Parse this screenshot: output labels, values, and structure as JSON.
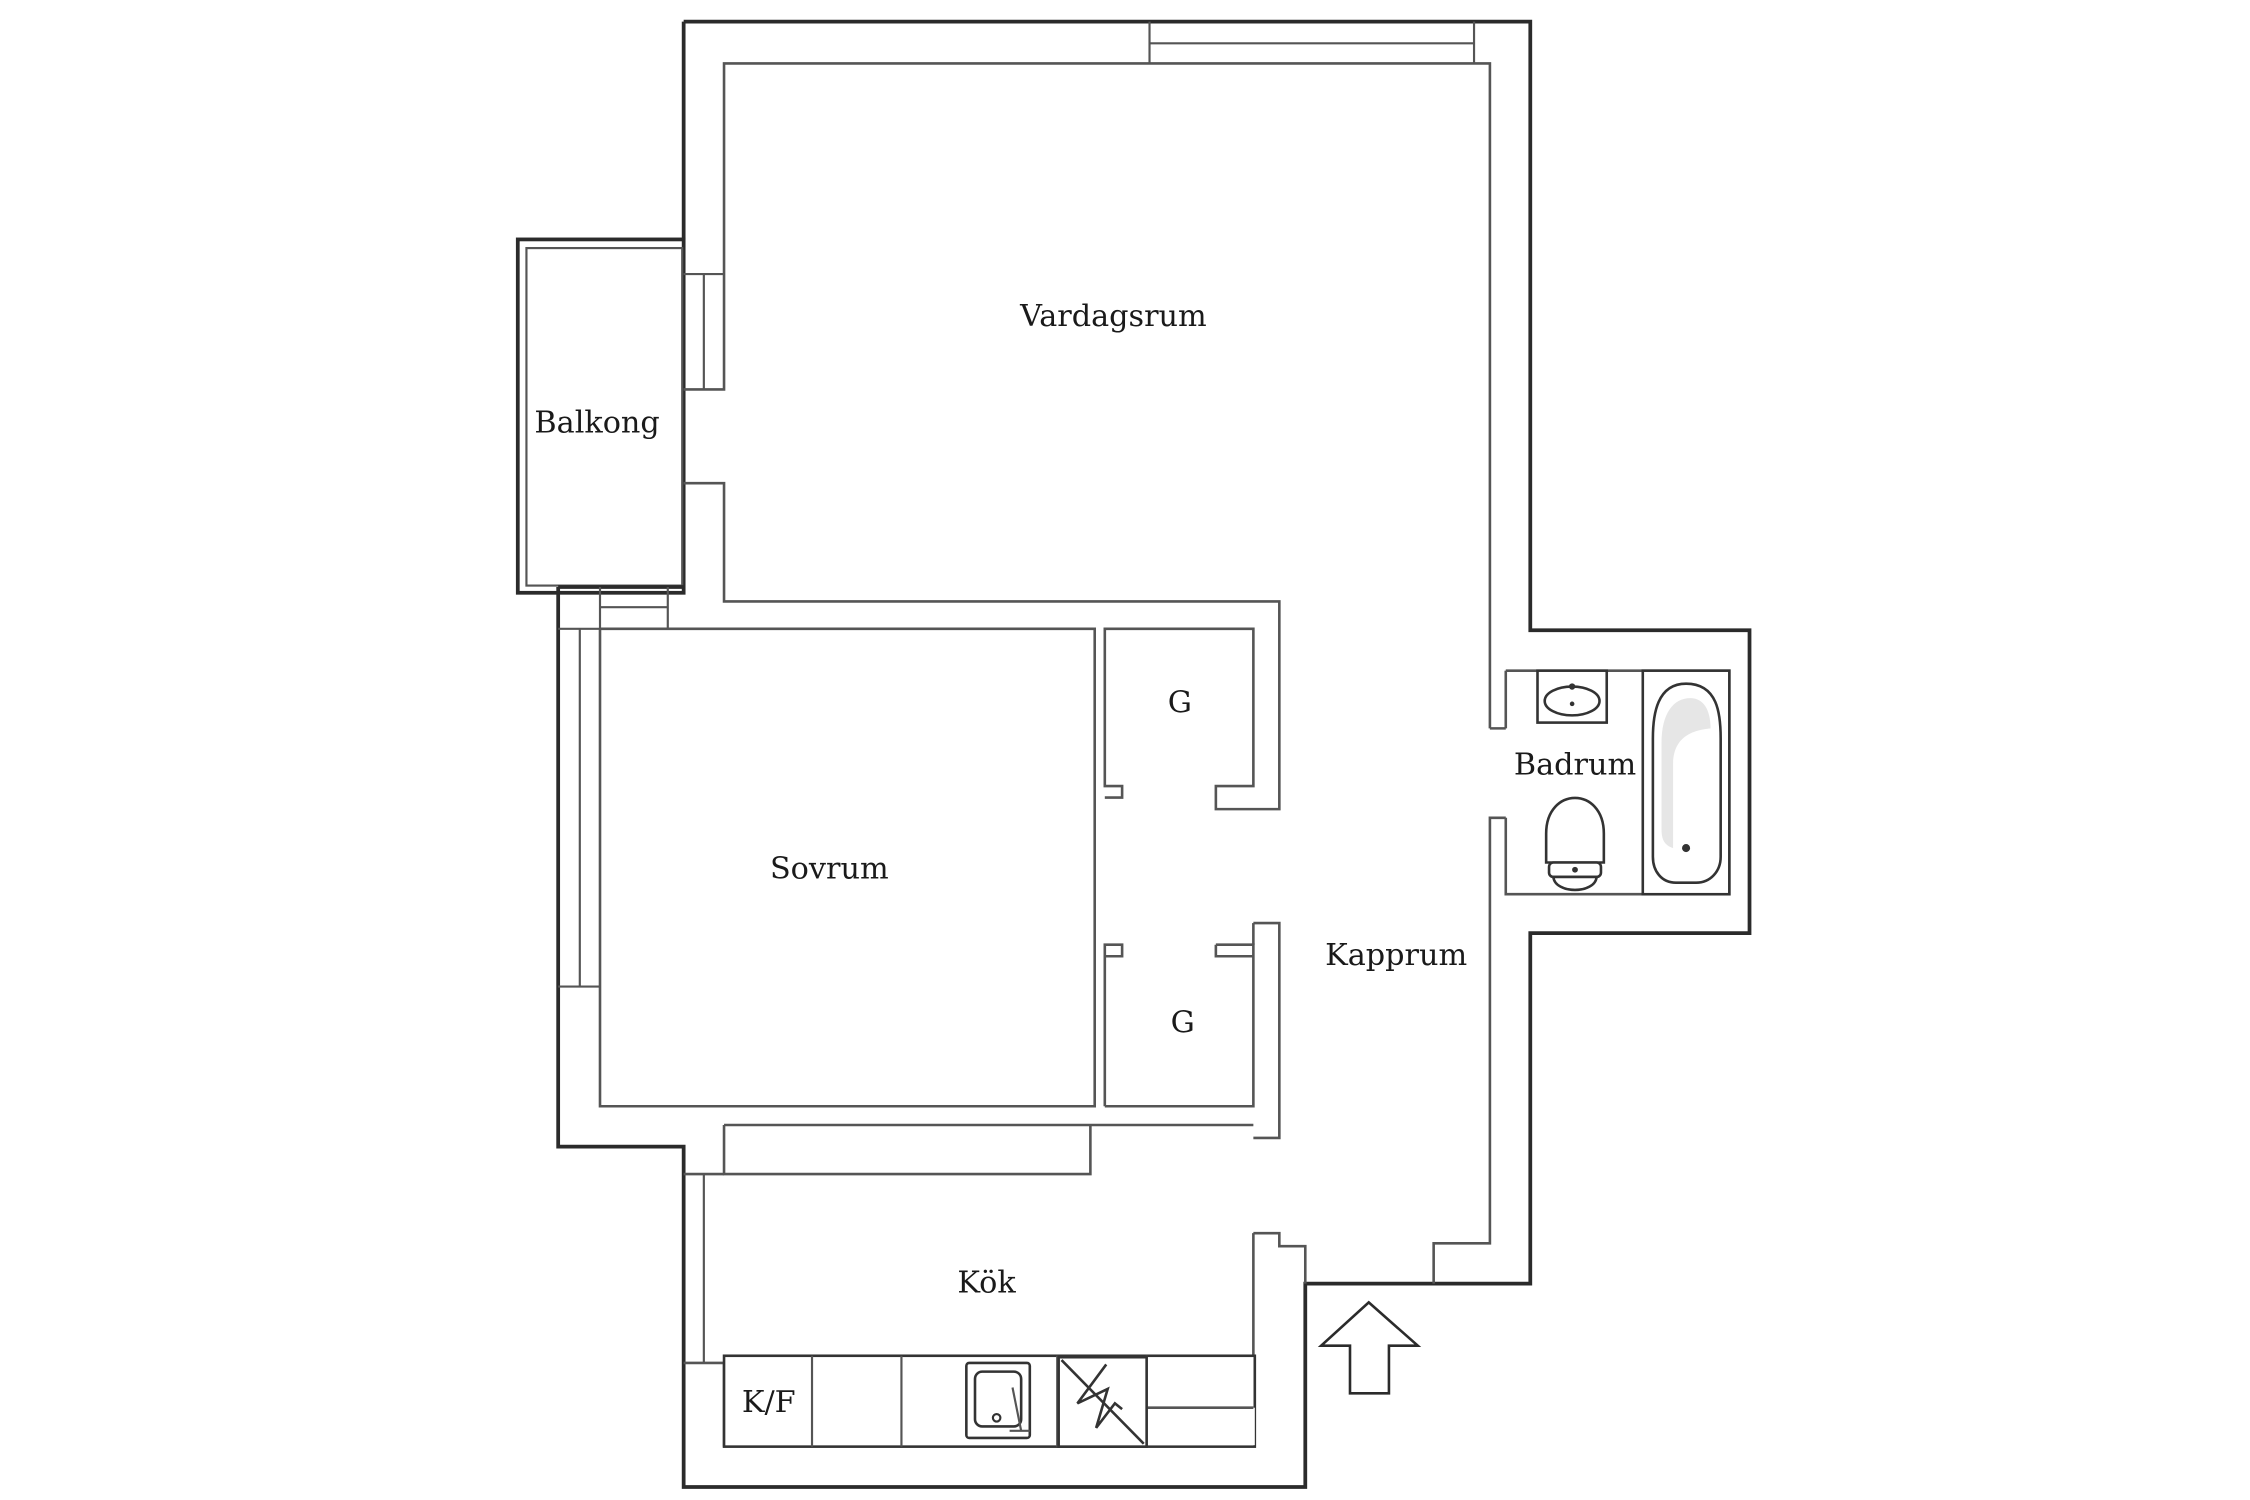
{
  "rooms": {
    "vardagsrum": "Vardagsrum",
    "balkong": "Balkong",
    "sovrum": "Sovrum",
    "garderob_1": "G",
    "garderob_2": "G",
    "badrum": "Badrum",
    "kapprum": "Kapprum",
    "kok": "Kök",
    "kyl_frys": "K/F"
  },
  "colors": {
    "wall": "#2b2b2b",
    "inner": "#555555",
    "background": "#ffffff"
  },
  "icons": {
    "entrance": "arrow-up-icon",
    "sink": "washbasin-icon",
    "toilet": "toilet-icon",
    "bathtub": "bathtub-icon",
    "kitchen_sink": "kitchen-sink-icon",
    "stove": "stove-icon"
  }
}
